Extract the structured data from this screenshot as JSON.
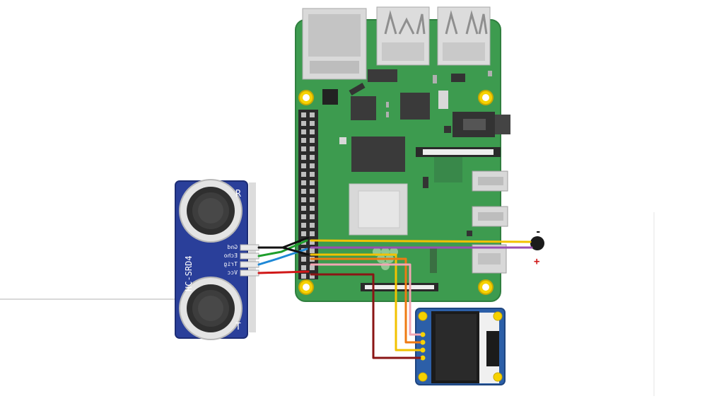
{
  "sensor": {
    "model_label": "HC-SRD4",
    "corner_r": "R",
    "corner_t": "T",
    "pins": [
      "Gnd",
      "Echo",
      "Trig",
      "Vcc"
    ]
  },
  "buzzer": {
    "minus_label": "-",
    "plus_label": "+"
  },
  "colors": {
    "board": "#3d9b4f",
    "board_dark": "#2f7f3f",
    "sensor": "#2a3f9a",
    "oled": "#2c5fa8",
    "wire_green": "#1f9e2c",
    "wire_blue": "#1e88d6",
    "wire_black": "#111111",
    "wire_red": "#d01818",
    "wire_yellow": "#f2c200",
    "wire_purple": "#9b4fb0",
    "wire_orange": "#ef7a12",
    "wire_pink": "#f3a6b4",
    "wire_darkred": "#8a1515"
  }
}
